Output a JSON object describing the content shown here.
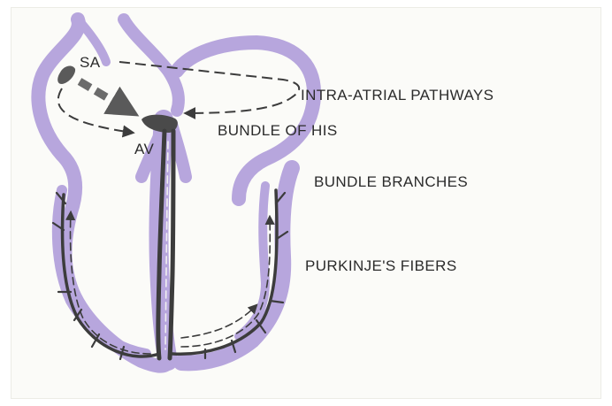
{
  "labels": {
    "sa": "SA",
    "av": "AV",
    "intra_atrial": "INTRA-ATRIAL PATHWAYS",
    "bundle_of_his": "BUNDLE OF HIS",
    "bundle_branches": "BUNDLE BRANCHES",
    "purkinje": "PURKINJE'S FIBERS"
  },
  "colors": {
    "heart_wall": "#b7a6dd",
    "pathway": "#3c3c3c",
    "background": "#fbfbf8"
  }
}
